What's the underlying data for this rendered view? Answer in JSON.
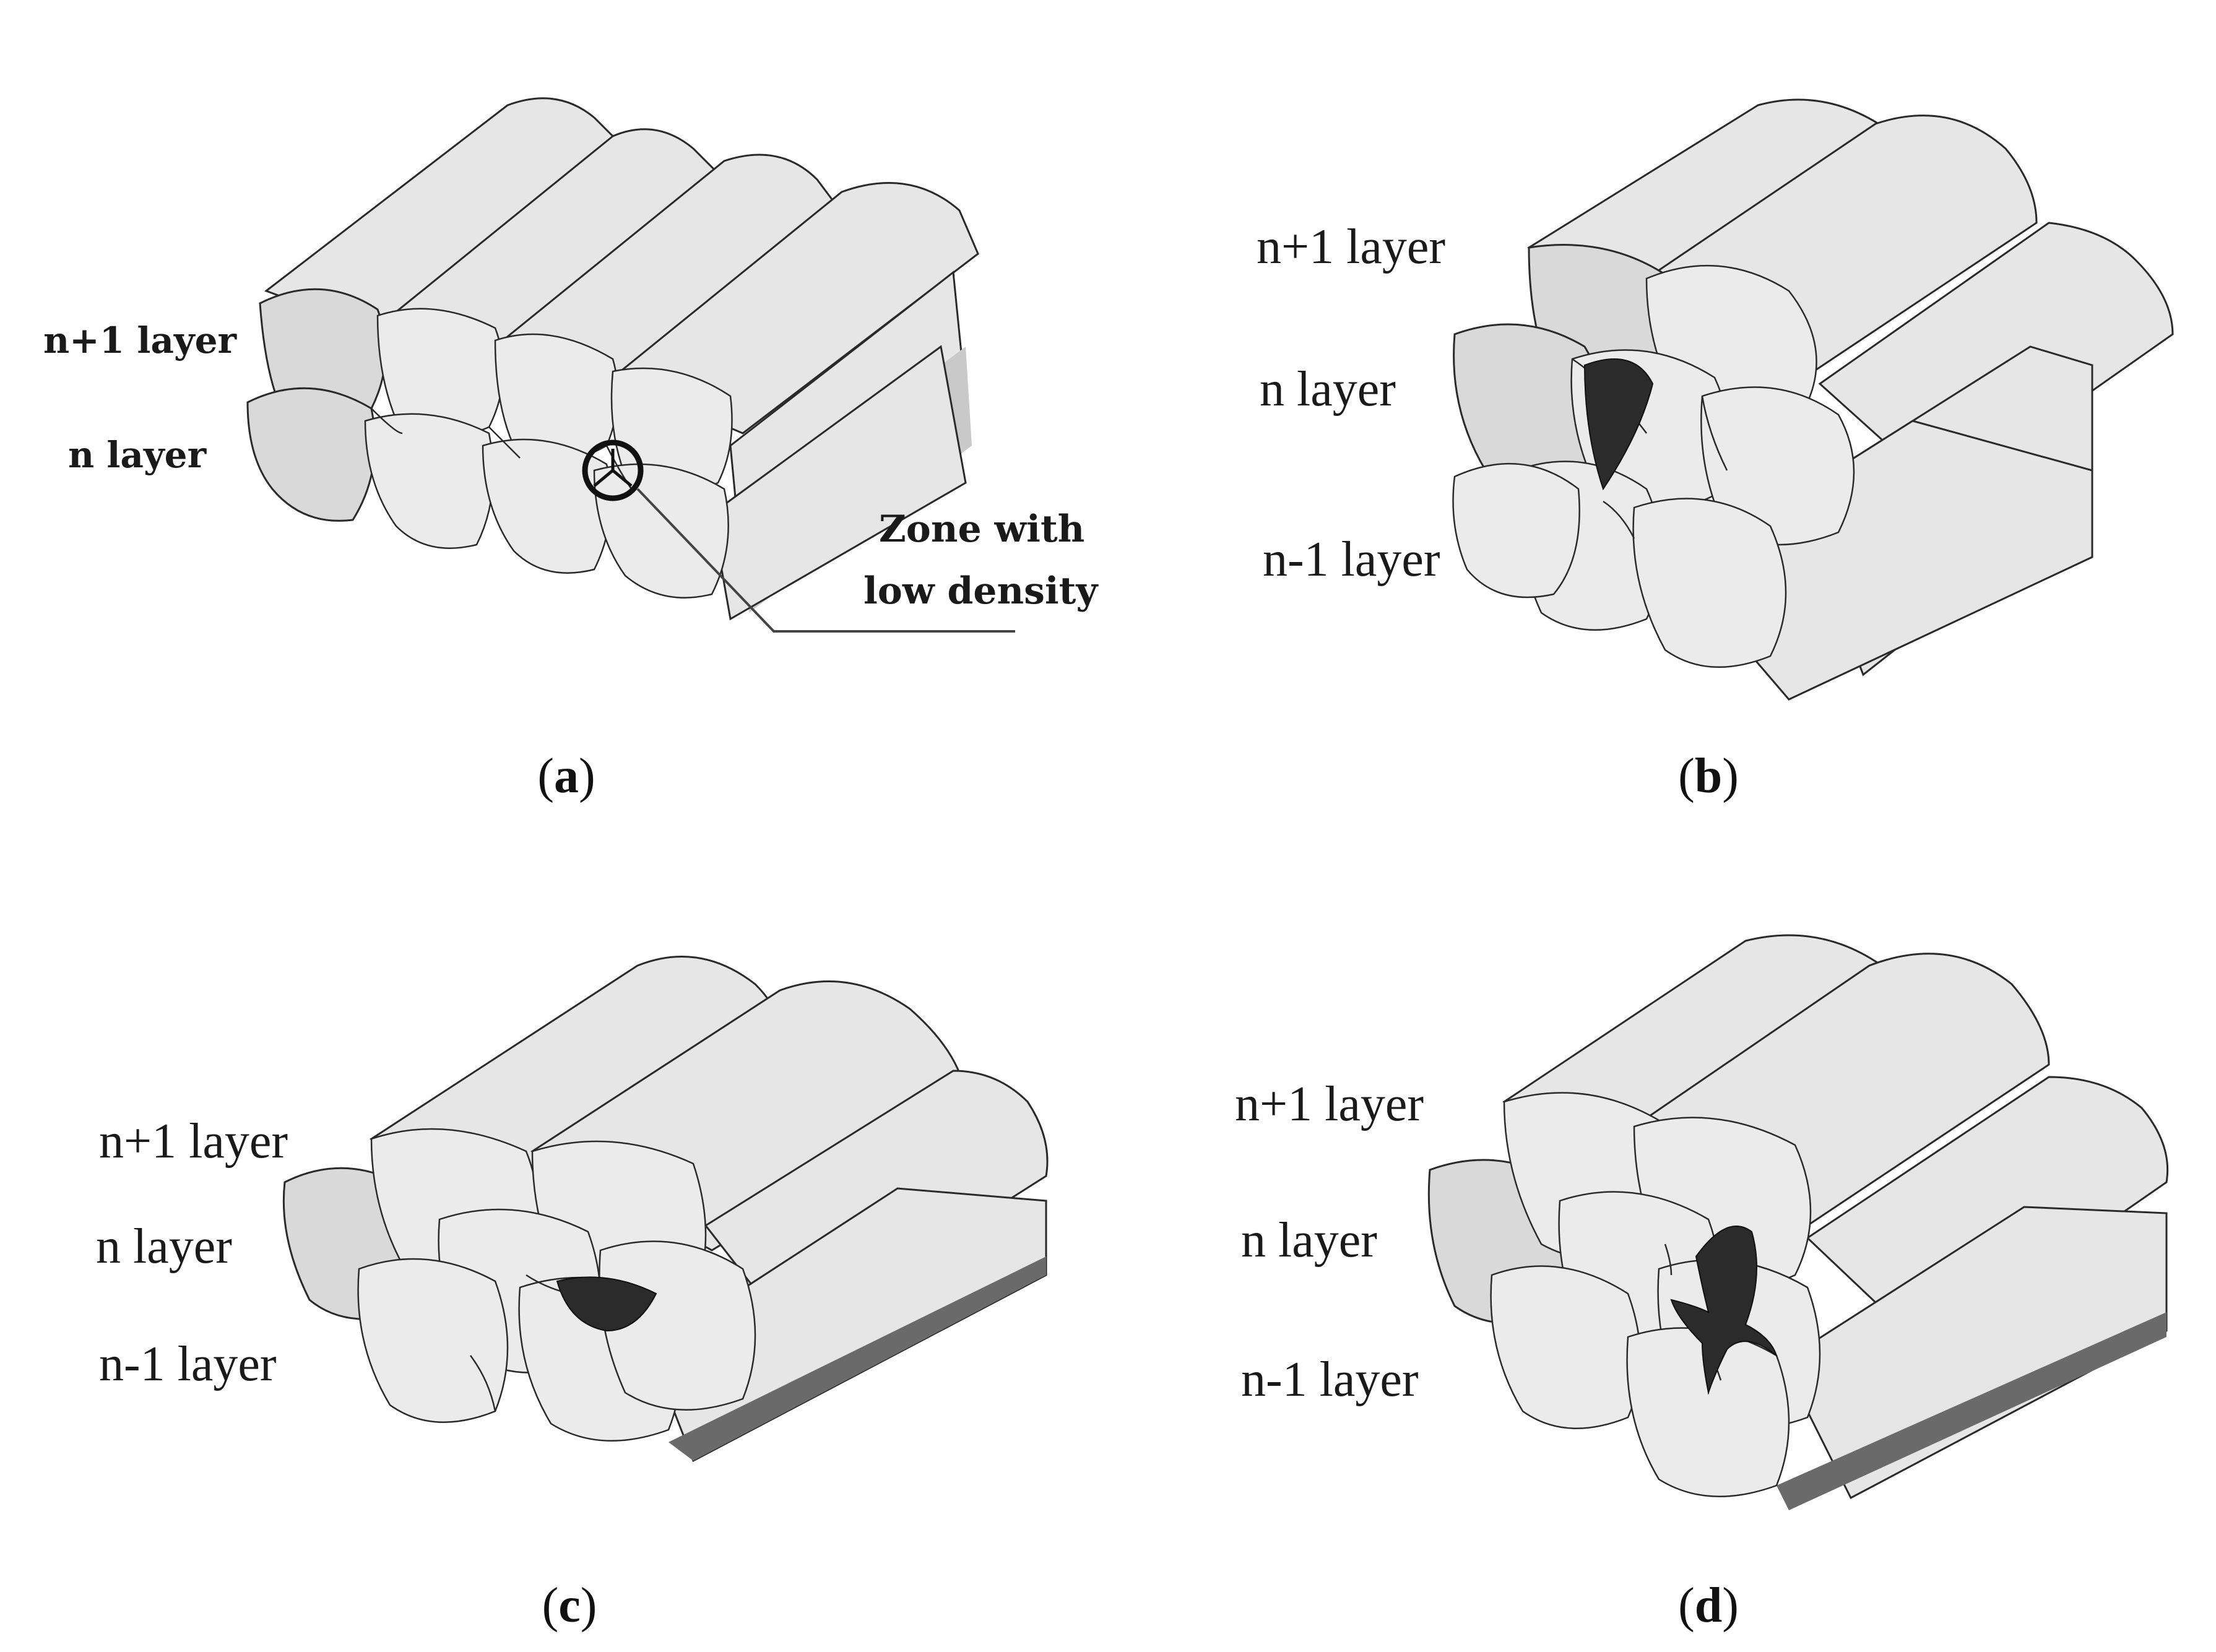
{
  "panels": [
    {
      "id": "a",
      "caption": "(a)",
      "caption_letter": "a",
      "labels": [
        "n+1 layer",
        "n layer"
      ],
      "annotation": [
        "Zone with",
        "low density"
      ]
    },
    {
      "id": "b",
      "caption": "(b)",
      "caption_letter": "b",
      "labels": [
        "n+1 layer",
        "n layer",
        "n-1 layer"
      ]
    },
    {
      "id": "c",
      "caption": "(c)",
      "caption_letter": "c",
      "labels": [
        "n+1 layer",
        "n layer",
        "n-1 layer"
      ]
    },
    {
      "id": "d",
      "caption": "(d)",
      "caption_letter": "d",
      "labels": [
        "n+1 layer",
        "n layer",
        "n-1 layer"
      ]
    }
  ],
  "colors": {
    "rod_fill": "#e6e6e6",
    "rod_end": "#d9d9d9",
    "stroke": "#2a2a2a",
    "void": "#2b2b2b"
  }
}
